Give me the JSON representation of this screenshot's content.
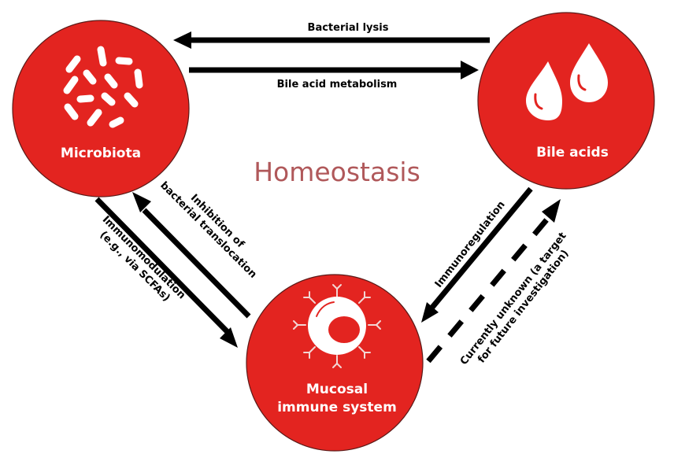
{
  "title": "Homeostasis",
  "colors": {
    "node_fill": "#e32420",
    "node_stroke": "#5a1a18",
    "icon": "#ffffff",
    "arrow": "#000000",
    "title": "#b0585a"
  },
  "nodes": {
    "microbiota": {
      "label": "Microbiota",
      "icon": "bacteria-icon"
    },
    "bile_acids": {
      "label": "Bile acids",
      "icon": "droplets-icon"
    },
    "immune": {
      "label_line1": "Mucosal",
      "label_line2": "immune system",
      "icon": "immune-cell-icon"
    }
  },
  "edges": {
    "bacterial_lysis": {
      "label": "Bacterial lysis",
      "from": "Bile acids",
      "to": "Microbiota",
      "style": "solid"
    },
    "bile_acid_metabolism": {
      "label": "Bile acid metabolism",
      "from": "Microbiota",
      "to": "Bile acids",
      "style": "solid"
    },
    "inhibition": {
      "label_line1": "Inhibition of",
      "label_line2": "bacterial translocation",
      "from": "Mucosal immune system",
      "to": "Microbiota",
      "style": "solid"
    },
    "immunomodulation": {
      "label_line1": "Immunomodulation",
      "label_line2": "(e.g., via SCFAs)",
      "from": "Microbiota",
      "to": "Mucosal immune system",
      "style": "solid"
    },
    "immunoregulation": {
      "label": "Immunoregulation",
      "from": "Bile acids",
      "to": "Mucosal immune system",
      "style": "solid"
    },
    "unknown": {
      "label_line1": "Currently unknown (a target",
      "label_line2": "for future investigation)",
      "from": "Mucosal immune system",
      "to": "Bile acids",
      "style": "dashed"
    }
  }
}
